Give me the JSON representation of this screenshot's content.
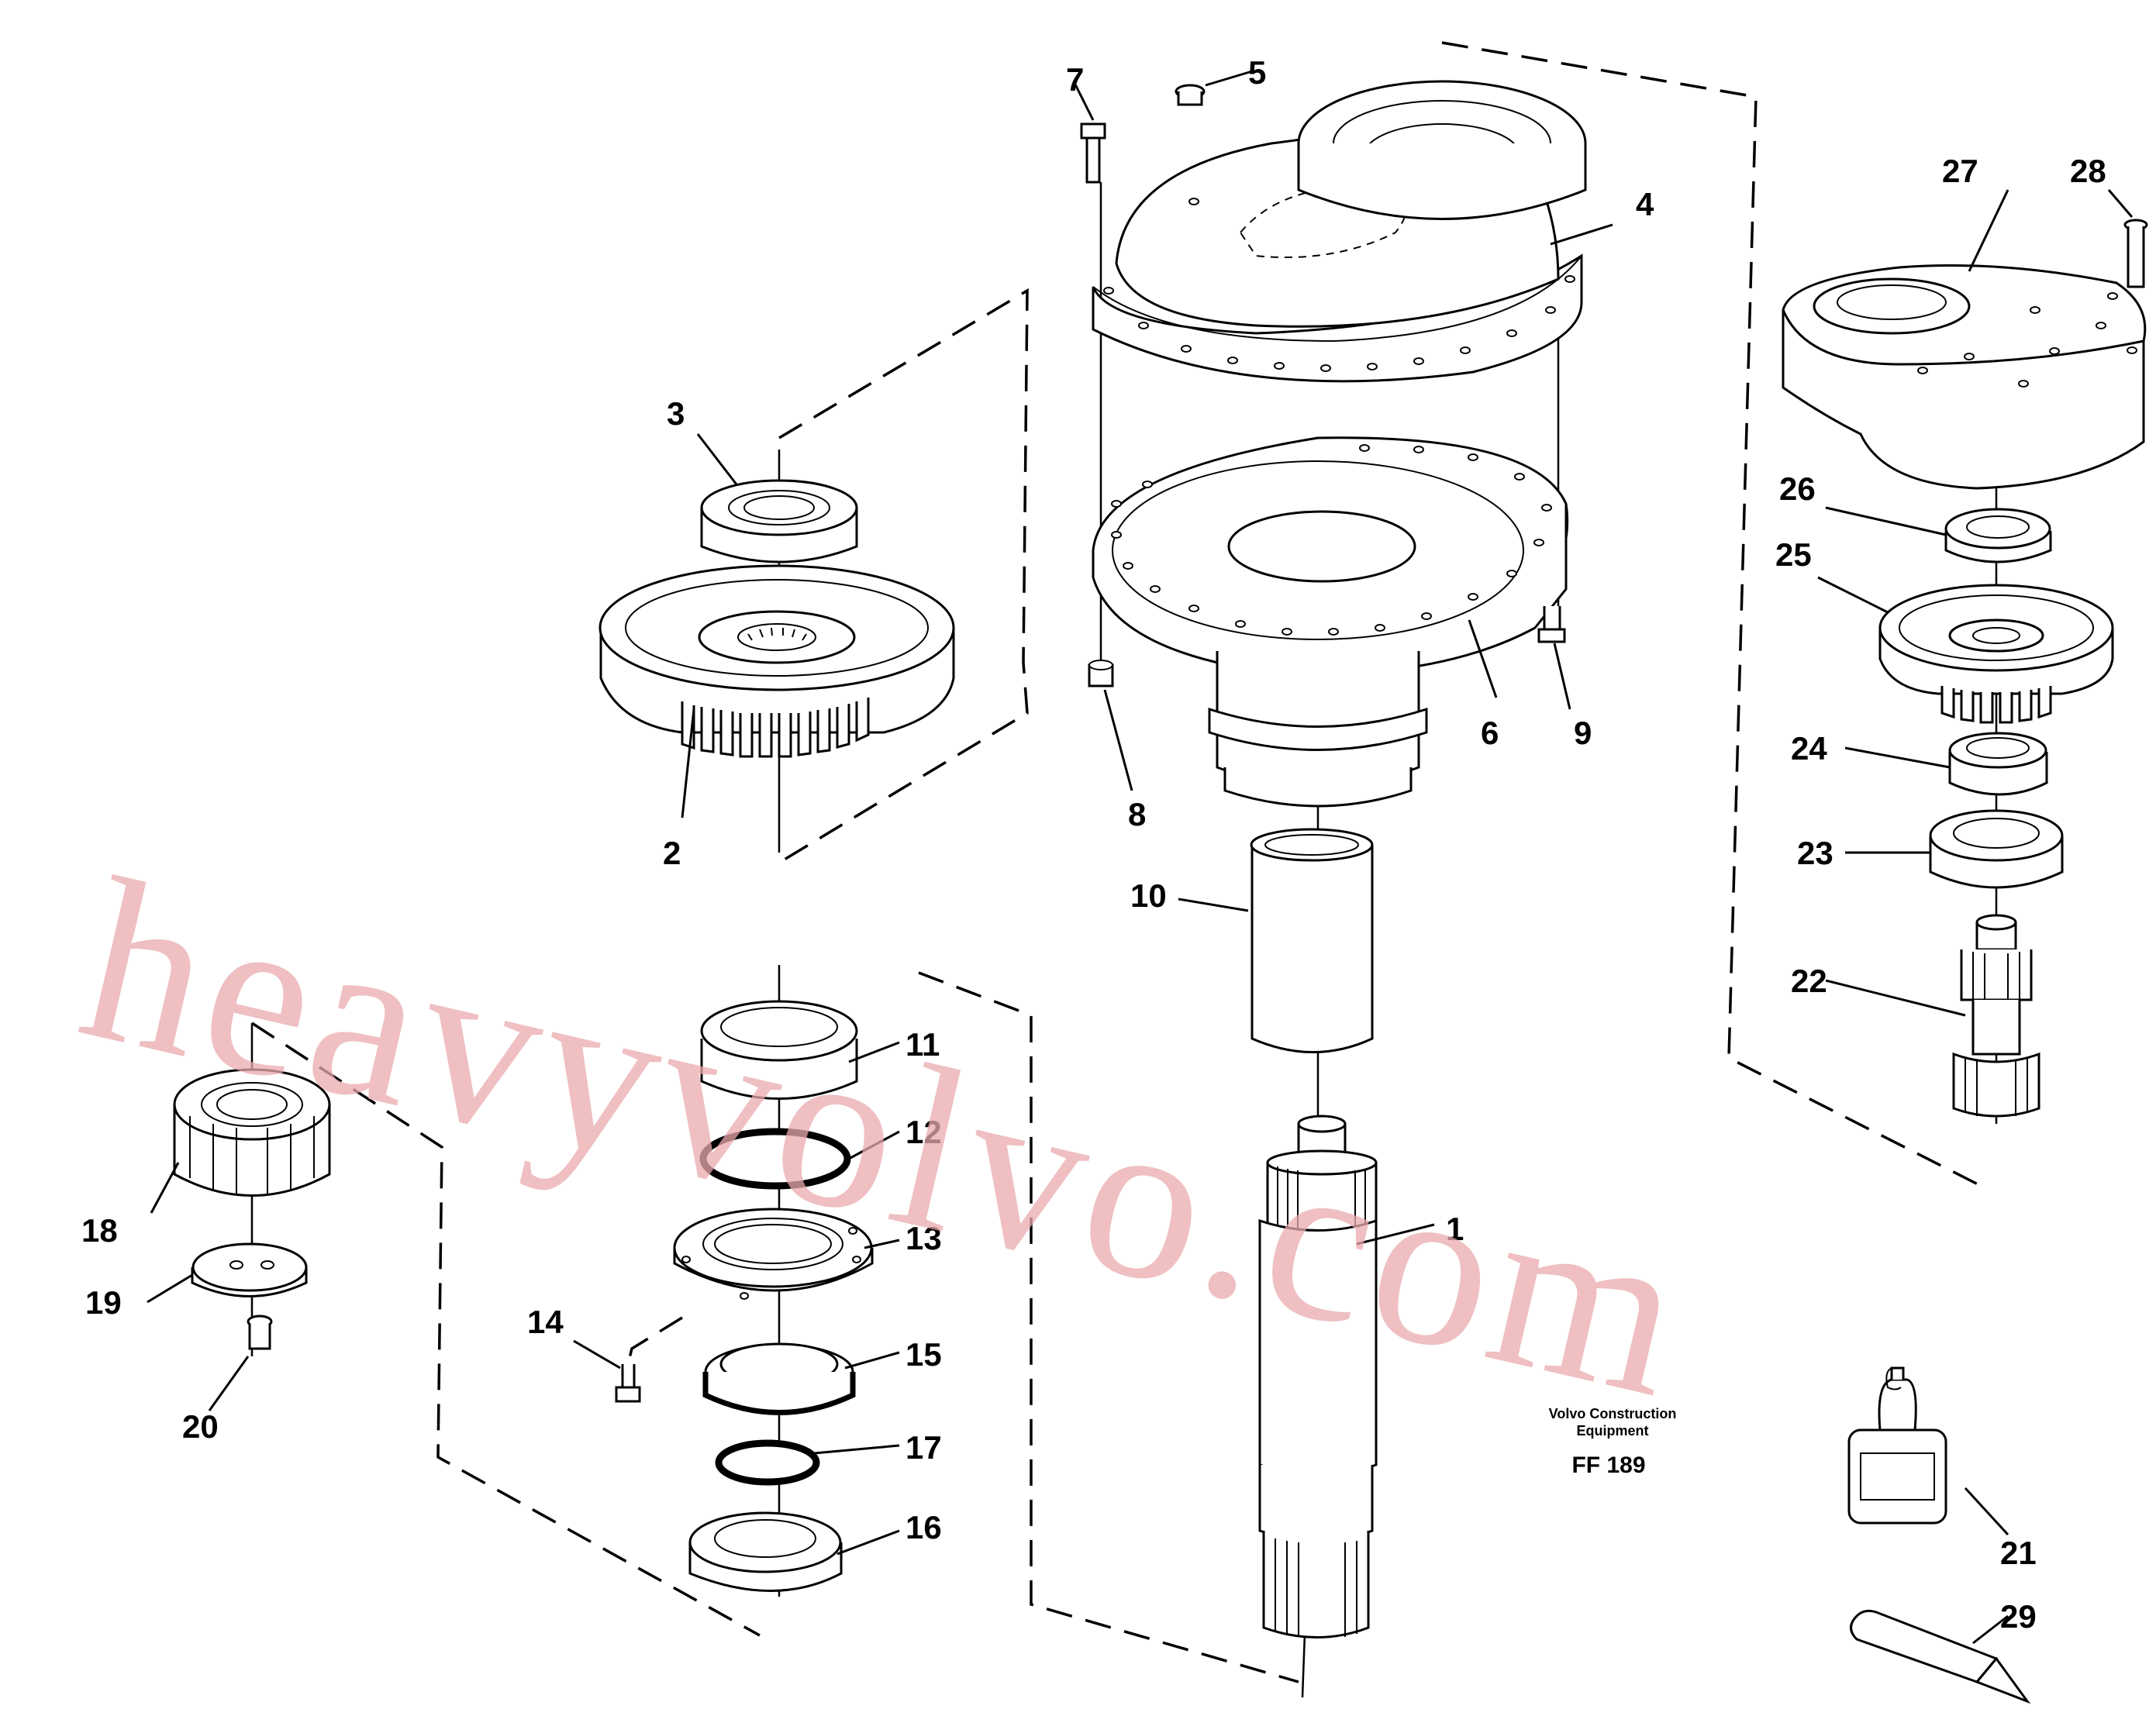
{
  "watermark": "heavyvolvo.com",
  "note": {
    "line1": "Volvo Construction",
    "line2": "Equipment",
    "code": "FF 189"
  },
  "callouts": {
    "c1": "1",
    "c2": "2",
    "c3": "3",
    "c4": "4",
    "c5": "5",
    "c6": "6",
    "c7": "7",
    "c8": "8",
    "c9": "9",
    "c10": "10",
    "c11": "11",
    "c12": "12",
    "c13": "13",
    "c14": "14",
    "c15": "15",
    "c16": "16",
    "c17": "17",
    "c18": "18",
    "c19": "19",
    "c20": "20",
    "c21": "21",
    "c22": "22",
    "c23": "23",
    "c24": "24",
    "c25": "25",
    "c26": "26",
    "c27": "27",
    "c28": "28",
    "c29": "29"
  }
}
